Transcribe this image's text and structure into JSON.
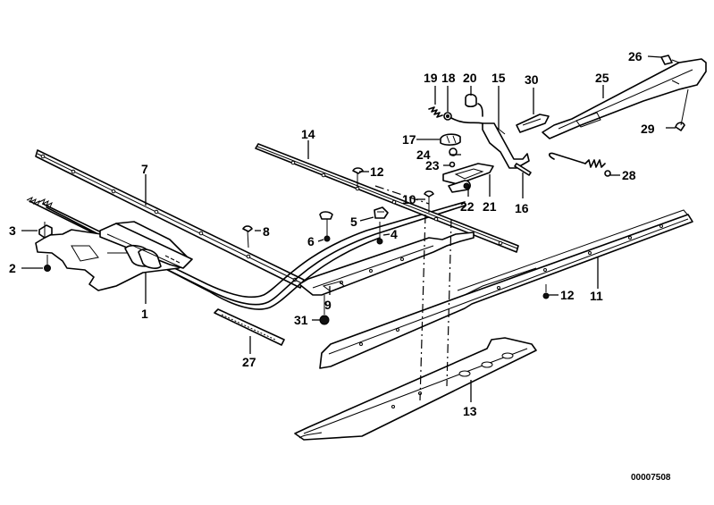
{
  "diagram": {
    "title": "Sunroof mechanism exploded parts diagram",
    "document_number": "00007508",
    "callouts": [
      {
        "id": "1",
        "part": "drive-unit-cable-guide"
      },
      {
        "id": "2",
        "part": "screw"
      },
      {
        "id": "3",
        "part": "clip-nut"
      },
      {
        "id": "4",
        "part": "screw"
      },
      {
        "id": "5",
        "part": "cable-guide-block"
      },
      {
        "id": "6",
        "part": "screw"
      },
      {
        "id": "7",
        "part": "rail-front"
      },
      {
        "id": "8",
        "part": "screw"
      },
      {
        "id": "9",
        "part": "guide-plate"
      },
      {
        "id": "10",
        "part": "screw"
      },
      {
        "id": "11",
        "part": "guide-rail-right"
      },
      {
        "id": "12",
        "part": "screw"
      },
      {
        "id": "13",
        "part": "guide-rail-lower"
      },
      {
        "id": "14",
        "part": "cross-rail"
      },
      {
        "id": "15",
        "part": "lever-bracket"
      },
      {
        "id": "16",
        "part": "pin"
      },
      {
        "id": "17",
        "part": "clip"
      },
      {
        "id": "18",
        "part": "washer"
      },
      {
        "id": "19",
        "part": "spring"
      },
      {
        "id": "20",
        "part": "cap"
      },
      {
        "id": "21",
        "part": "slide-plate"
      },
      {
        "id": "22",
        "part": "slider"
      },
      {
        "id": "23",
        "part": "washer"
      },
      {
        "id": "24",
        "part": "rivet"
      },
      {
        "id": "25",
        "part": "lifting-arm"
      },
      {
        "id": "26",
        "part": "screw"
      },
      {
        "id": "27",
        "part": "seal-strip"
      },
      {
        "id": "28",
        "part": "tension-spring"
      },
      {
        "id": "29",
        "part": "stop"
      },
      {
        "id": "30",
        "part": "slide-shoe"
      },
      {
        "id": "31",
        "part": "nut"
      }
    ]
  }
}
